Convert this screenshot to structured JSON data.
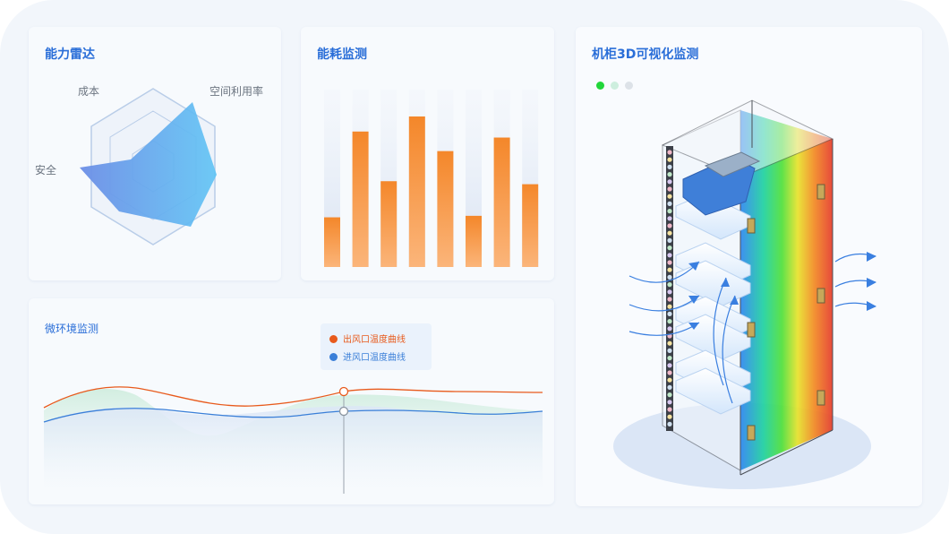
{
  "radar": {
    "title": "能力雷达",
    "labels": {
      "cost": "成本",
      "space": "空间利用率",
      "safety": "安全"
    }
  },
  "energy": {
    "title": "能耗监测",
    "bars": [
      0.33,
      0.9,
      0.57,
      1.0,
      0.77,
      0.34,
      0.86,
      0.55
    ]
  },
  "environment": {
    "title": "微环境监测",
    "legend": {
      "outlet": "出风口温度曲线",
      "inlet": "进风口温度曲线"
    }
  },
  "rack": {
    "title": "机柜3D可视化监测",
    "carousel_active_index": 0
  },
  "colors": {
    "accent": "#2a6ed8",
    "outlet_line": "#e85a1c",
    "inlet_line": "#3a7fd8",
    "bar": "#f38a2e",
    "dot_active": "#22d63a"
  }
}
